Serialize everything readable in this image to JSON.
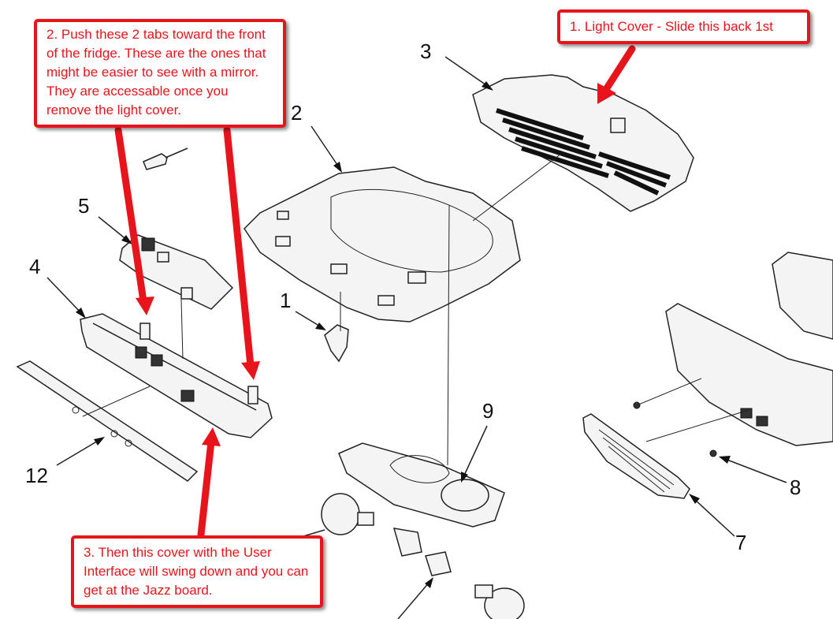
{
  "callouts": {
    "step1": "1.  Light Cover - Slide this back 1st",
    "step2": "2.  Push these 2 tabs toward the front of the fridge.  These are the ones that might be easier to see with a mirror.  They are accessable once you remove the light cover.",
    "step3": "3.  Then this cover with the User Interface will swing down and you can get at the Jazz board."
  },
  "part_numbers": {
    "p1": "1",
    "p2": "2",
    "p3": "3",
    "p4": "4",
    "p5": "5",
    "p7": "7",
    "p8": "8",
    "p9": "9",
    "p12": "12"
  },
  "colors": {
    "callout_red": "#e8141b",
    "line_black": "#222222"
  }
}
